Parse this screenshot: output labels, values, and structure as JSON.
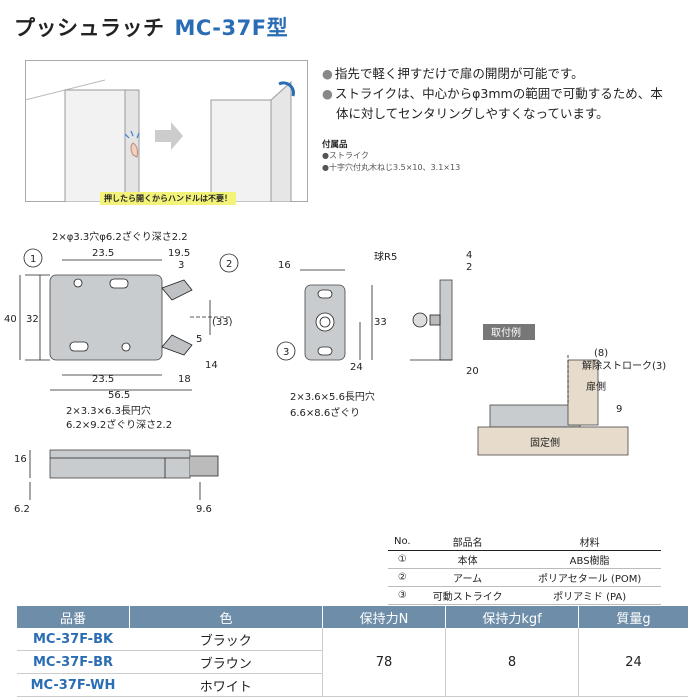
{
  "title": {
    "main": "プッシュラッチ",
    "model": "MC-37F型"
  },
  "illustration": {
    "caption": "押したら開くからハンドルは不要！"
  },
  "features": [
    "指先で軽く押すだけで扉の開閉が可能です。",
    "ストライクは、中心からφ3mmの範囲で可動するため、本",
    "体に対してセンタリングしやすくなっています。"
  ],
  "accessories": {
    "title": "付属品",
    "items": [
      "ストライク",
      "十字穴付丸木ねじ3.5×10、3.1×13"
    ]
  },
  "drawing": {
    "hole_top": "2×φ3.3穴φ6.2ざぐり深さ2.2",
    "hole_bottom_1": "2×3.3×6.3長円穴",
    "hole_bottom_2": "6.2×9.2ざぐり深さ2.2",
    "strike_hole_1": "2×3.6×5.6長円穴",
    "strike_hole_2": "6.6×8.6ざぐり",
    "ball": "球R5",
    "mount_label": "取付例",
    "mount_8": "(8)",
    "release": "解除ストローク(3)",
    "door_side": "扉側",
    "fixed_side": "固定側",
    "markers": [
      "1",
      "2",
      "3"
    ],
    "dims": {
      "d23_5a": "23.5",
      "d19_5": "19.5",
      "d3": "3",
      "d40": "40",
      "d32": "32",
      "d33p": "(33)",
      "d5": "5",
      "d14": "14",
      "d23_5b": "23.5",
      "d18": "18",
      "d56_5": "56.5",
      "d16a": "16",
      "d6_2": "6.2",
      "d9_6": "9.6",
      "d16b": "16",
      "d4": "4",
      "d2": "2",
      "d33": "33",
      "d24": "24",
      "d20": "20",
      "d9": "9"
    }
  },
  "parts_table": {
    "headers": [
      "No.",
      "部品名",
      "材料"
    ],
    "rows": [
      [
        "①",
        "本体",
        "ABS樹脂"
      ],
      [
        "②",
        "アーム",
        "ポリアセタール (POM)"
      ],
      [
        "③",
        "可動ストライク",
        "ポリアミド (PA)"
      ]
    ]
  },
  "spec_table": {
    "headers": [
      "品番",
      "色",
      "保持力N",
      "保持力kgf",
      "質量g"
    ],
    "rows": [
      {
        "pn": "MC-37F-BK",
        "color": "ブラック"
      },
      {
        "pn": "MC-37F-BR",
        "color": "ブラウン"
      },
      {
        "pn": "MC-37F-WH",
        "color": "ホワイト"
      }
    ],
    "force_n": "78",
    "force_kgf": "8",
    "mass": "24"
  }
}
